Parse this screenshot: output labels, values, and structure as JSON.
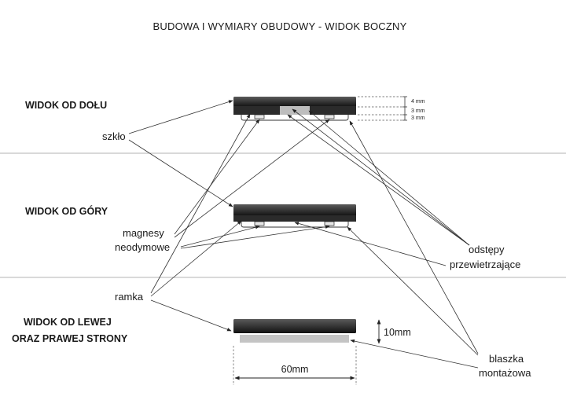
{
  "title": "BUDOWA I WYMIARY OBUDOWY -  WIDOK BOCZNY",
  "sections": {
    "bottom": "WIDOK OD DOŁU",
    "top": "WIDOK OD GÓRY",
    "side_line1": "WIDOK OD LEWEJ",
    "side_line2": "ORAZ PRAWEJ STRONY"
  },
  "labels": {
    "glass": "szkło",
    "magnets_line1": "magnesy",
    "magnets_line2": "neodymowe",
    "frame": "ramka",
    "vents_line1": "odstępy",
    "vents_line2": "przewietrzające",
    "plate_line1": "blaszka",
    "plate_line2": "montażowa"
  },
  "dimensions": {
    "layer_glass": "4 mm",
    "layer_frame": "3 mm",
    "layer_plate": "3 mm",
    "height": "10mm",
    "width": "60mm"
  },
  "colors": {
    "glass_top": "#5a5a5a",
    "glass_bottom": "#111111",
    "frame": "#2b2b2b",
    "plate": "#c4c4c4",
    "vent": "#bdbdbd",
    "magnet": "#e6e6e6"
  }
}
